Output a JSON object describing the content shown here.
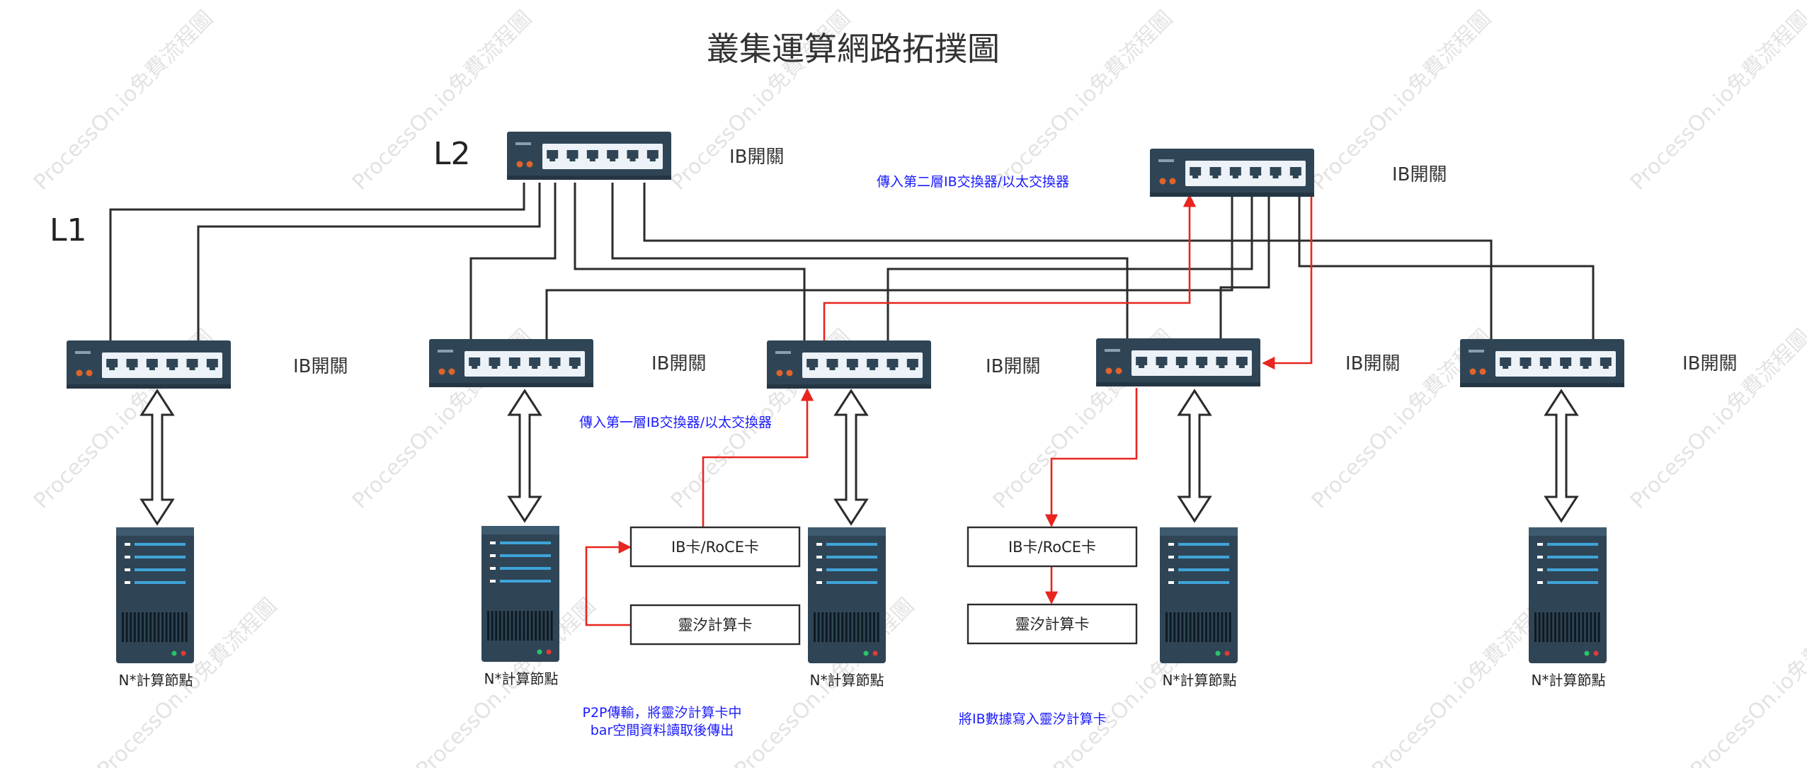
{
  "title": "叢集運算網路拓撲圖",
  "watermark": "ProcessOn.io免費流程圖",
  "layers": {
    "l2": "L2",
    "l1": "L1"
  },
  "switch_label": "IB開關",
  "node_label": "N*計算節點",
  "card_labels": {
    "ib_card": "IB卡/RoCE卡",
    "compute_card": "靈汐計算卡"
  },
  "annotations": {
    "to_layer2": "傳入第二層IB交換器/以太交換器",
    "to_layer1": "傳入第一層IB交換器/以太交換器",
    "p2p_line1": "P2P傳輸，將靈汐計算卡中",
    "p2p_line2": "bar空間資料讀取後傳出",
    "write_card": "將IB數據寫入靈汐計算卡"
  },
  "colors": {
    "device_dark": "#2f4556",
    "port_panel": "#ecf2f7",
    "led_orange": "#e0642a",
    "server_stripe": "#3fa4d8",
    "annotation_blue": "#1a1aff",
    "data_path_red": "#e8251e"
  }
}
